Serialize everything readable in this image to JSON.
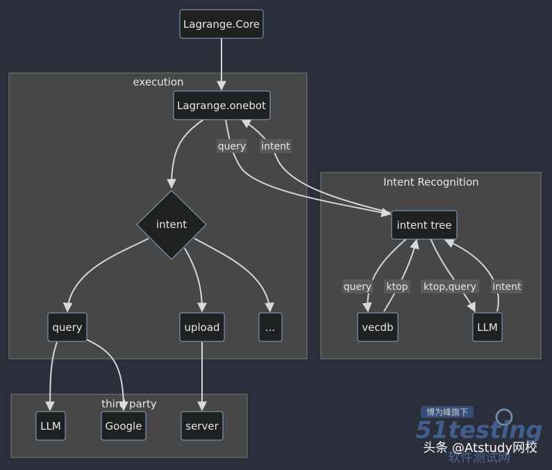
{
  "diagram": {
    "colors": {
      "background": "#2b2e3b",
      "cluster_fill": "#474747",
      "cluster_stroke": "#7a7a7a",
      "node_fill": "#1f2020",
      "node_stroke": "#8aa8c8",
      "edge": "#d8d8d8",
      "text": "#e8e8e8",
      "edge_label_bg": "#5a5a5a"
    },
    "clusters": {
      "execution": "execution",
      "intent_recognition": "Intent Recognition",
      "third_party": "third party"
    },
    "nodes": {
      "core": "Lagrange.Core",
      "onebot": "Lagrange.onebot",
      "intent": "intent",
      "query": "query",
      "upload": "upload",
      "more": "...",
      "intent_tree": "intent tree",
      "vecdb": "vecdb",
      "llm_right": "LLM",
      "llm_bottom": "LLM",
      "google": "Google",
      "server": "server"
    },
    "edge_labels": {
      "onebot_to_tree": "query",
      "tree_to_onebot": "intent",
      "tree_to_vecdb": "query",
      "vecdb_to_tree": "ktop",
      "tree_to_llm": "ktop,query",
      "llm_to_tree": "intent"
    },
    "watermark": {
      "badge": "博为峰旗下",
      "logo": "51testing",
      "subtitle": "软件测试网",
      "credit": "头条 @Atstudy网校"
    }
  }
}
